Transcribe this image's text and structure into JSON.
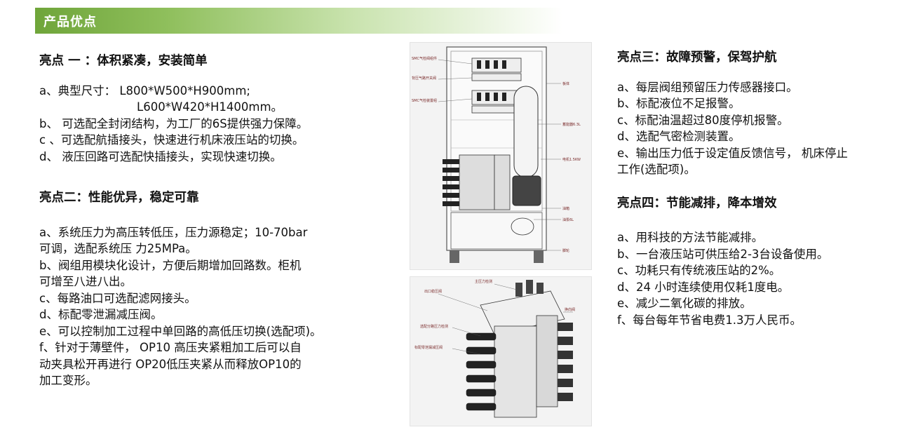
{
  "banner": {
    "title": "产品优点"
  },
  "left": {
    "section1": {
      "heading": "亮点 一 ：体积紧凑，安装简单",
      "items": [
        "a、典型尺寸： L800*W500*H900mm;",
        "L600*W420*H1400mm。",
        "b、 可选配全封闭结构，为工厂的6S提供强力保障。",
        "c 、可选配航插接头，快速进行机床液压站的切换。",
        "d、 液压回路可选配快插接头，实现快速切换。"
      ]
    },
    "section2": {
      "heading": "亮点二：性能优异，稳定可靠",
      "items": [
        "a、系统压力为高压转低压，压力源稳定；10-70bar",
        "可调，选配系统压 力25MPa。",
        "b、阀组用模块化设计，方便后期增加回路数。柜机",
        "可增至八进八出。",
        "c、每路油口可选配滤网接头。",
        "d、标配零泄漏减压阀。",
        "e、可以控制加工过程中单回路的高低压切换(选配项)。",
        "f、针对于薄壁件， OP10 高压夹紧粗加工后可以自",
        "动夹具松开再进行 OP20低压夹紧从而释放OP10的",
        "加工变形。"
      ]
    }
  },
  "right": {
    "section3": {
      "heading": "亮点三：故障预警，保驾护航",
      "items": [
        "a、每层阀组预留压力传感器接口。",
        "b、标配液位不足报警。",
        "c、标配油温超过80度停机报警。",
        "d、选配气密检测装置。",
        "e、输出压力低于设定值反馈信号， 机床停止",
        "工作(选配项)。"
      ]
    },
    "section4": {
      "heading": "亮点四：节能减排，降本增效",
      "items": [
        "a、用科技的方法节能减排。",
        "b、一台液压站可供压给2-3台设备使用。",
        "c、功耗只有传统液压站的2%。",
        "d、24 小时连续使用仅耗1度电。",
        "e、减少二氧化碳的排放。",
        "f、每台每年节省电费1.3万人民币。"
      ]
    }
  },
  "figure1": {
    "labels": [
      "SMC气检阀组件",
      "背压气路开关阀",
      "SMC气检装置组",
      "板体",
      "蓄能器6.3L",
      "电机1.5KW",
      "油箱",
      "油泵6L",
      "脚轮"
    ]
  },
  "figure2": {
    "labels": [
      "出口稳压阀",
      "主压力检测",
      "选配分路压力检测",
      "标配零泄漏减压阀",
      "换向阀"
    ]
  }
}
